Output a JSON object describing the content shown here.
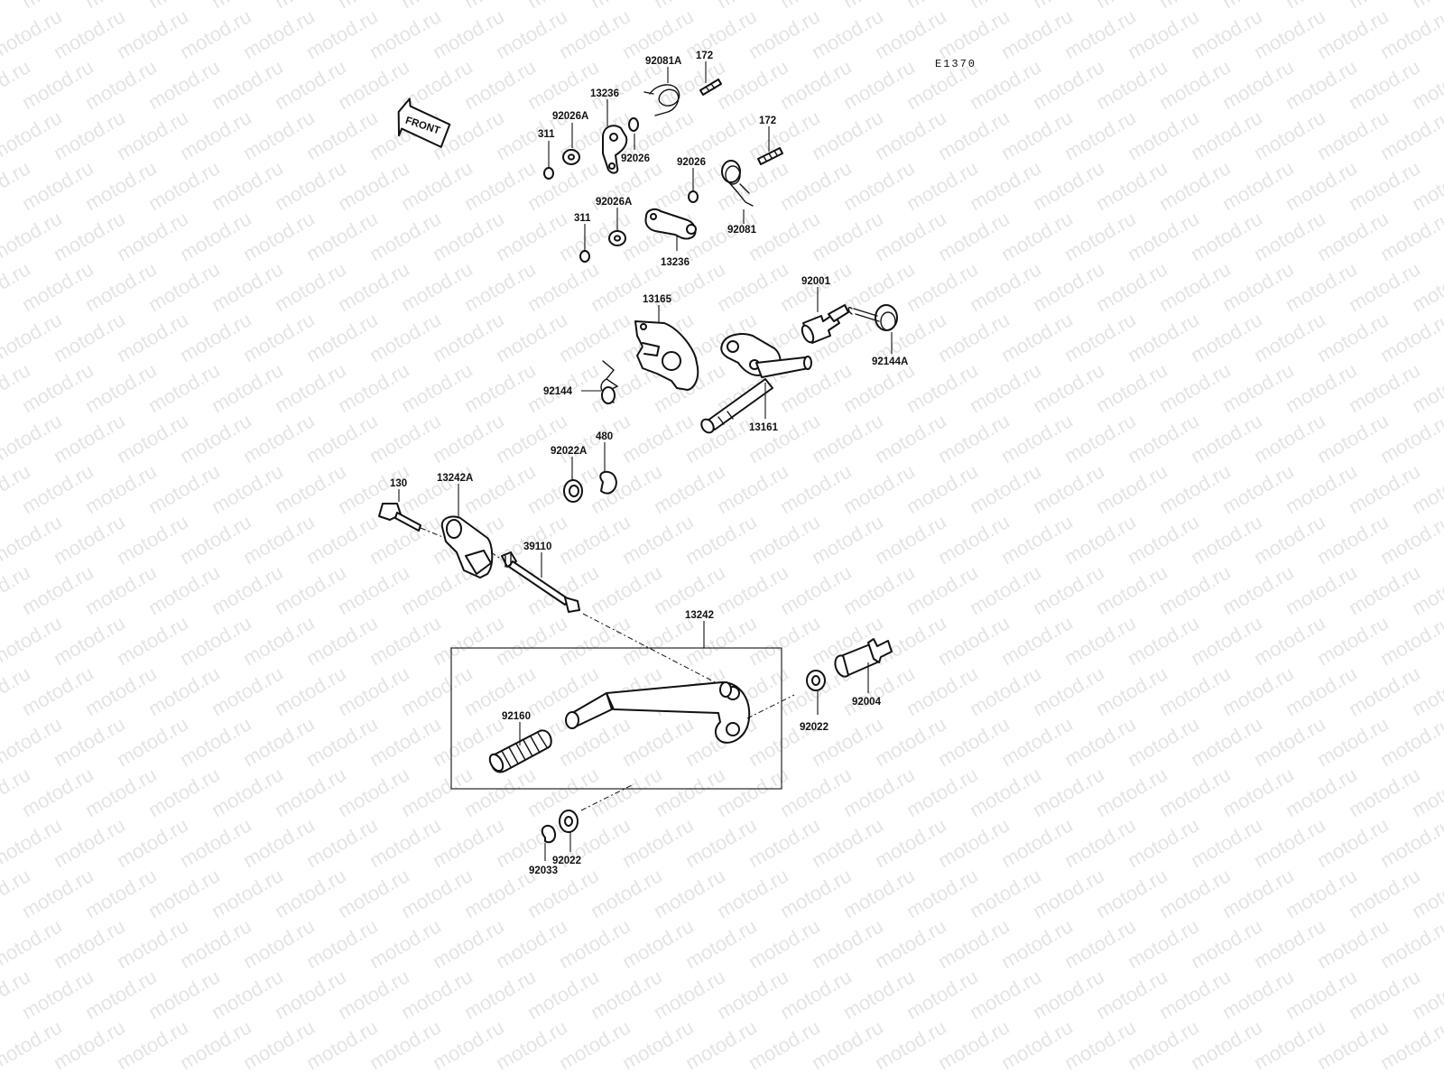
{
  "diagram": {
    "code": "E1370",
    "front_label": "FRONT",
    "watermark": "motod.ru",
    "labels": {
      "p92081A": "92081A",
      "p172a": "172",
      "p13236a": "13236",
      "p92026Aa": "92026A",
      "p311a": "311",
      "p92026a": "92026",
      "p172b": "172",
      "p92026b": "92026",
      "p92026Ab": "92026A",
      "p311b": "311",
      "p92081": "92081",
      "p13236b": "13236",
      "p13165": "13165",
      "p92001": "92001",
      "p92144A": "92144A",
      "p92144": "92144",
      "p13161": "13161",
      "p92022A": "92022A",
      "p480": "480",
      "p130": "130",
      "p13242A": "13242A",
      "p39110": "39110",
      "p13242": "13242",
      "p92160": "92160",
      "p92022a": "92022",
      "p92004": "92004",
      "p92033": "92033",
      "p92022b": "92022"
    }
  }
}
